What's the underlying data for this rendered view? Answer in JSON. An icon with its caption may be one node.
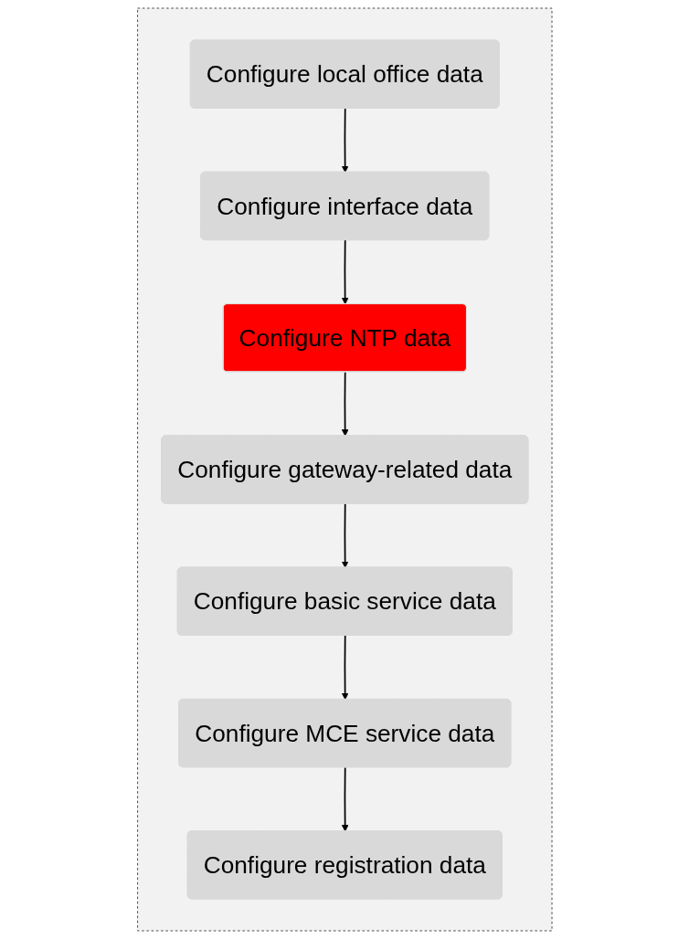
{
  "diagram": {
    "nodes": [
      {
        "text": [],
        "shape": "box"
      },
      {
        "text": [
          "Configure local office data"
        ],
        "in": 0
      },
      {
        "text": [
          "Configure interface data"
        ],
        "in": 0
      },
      {
        "text": [
          "Configure NTP data"
        ],
        "in": 0
      },
      {
        "text": [
          "Configure gateway-related data"
        ],
        "in": 0
      },
      {
        "text": [
          "Configure basic service data"
        ],
        "in": 0
      },
      {
        "text": [
          "Configure MCE service data"
        ],
        "in": 0
      },
      {
        "text": [
          "Configure registration data"
        ],
        "in": 0
      }
    ],
    "edges": [
      {
        "from": 1,
        "to": 2,
        "arrow": "to"
      },
      {
        "from": 2,
        "to": 3,
        "arrow": "to"
      },
      {
        "from": 3,
        "to": 4,
        "arrow": "to"
      },
      {
        "from": 4,
        "to": 5,
        "arrow": "to"
      },
      {
        "from": 5,
        "to": 6,
        "arrow": "to"
      },
      {
        "from": 6,
        "to": 7,
        "arrow": "to"
      }
    ]
  }
}
